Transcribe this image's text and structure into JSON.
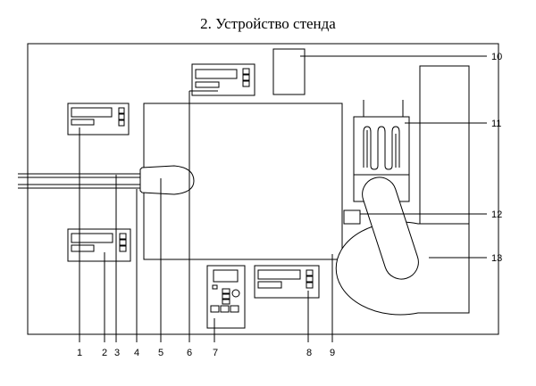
{
  "title": "2. Устройство стенда",
  "callouts": {
    "c1": "1",
    "c2": "2",
    "c3": "3",
    "c4": "4",
    "c5": "5",
    "c6": "6",
    "c7": "7",
    "c8": "8",
    "c9": "9",
    "c10": "10",
    "c11": "11",
    "c12": "12",
    "c13": "13"
  }
}
